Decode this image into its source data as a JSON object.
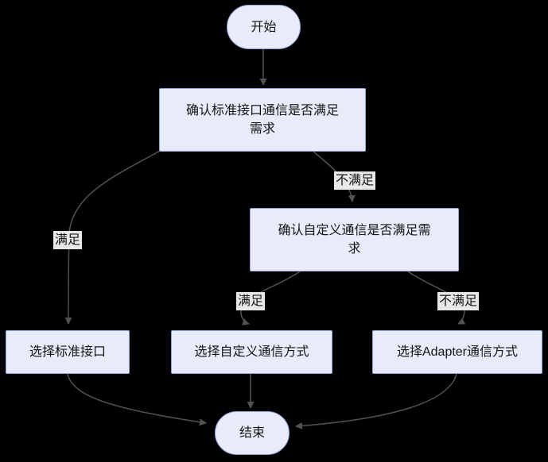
{
  "flowchart": {
    "background_color": "#000000",
    "node_fill_color": "#E8ECFA",
    "node_border_color": "#96A2DF",
    "edge_color": "#525252",
    "edge_label_bg_color": "#E8E8E8",
    "nodes": {
      "start": {
        "shape": "stadium",
        "label": "开始"
      },
      "check_standard": {
        "shape": "rect",
        "label": [
          "确认标准接口通信是否满足",
          "需求"
        ]
      },
      "check_custom": {
        "shape": "rect",
        "label": [
          "确认自定义通信是否满足需",
          "求"
        ]
      },
      "select_standard": {
        "shape": "rect",
        "label": "选择标准接口"
      },
      "select_custom": {
        "shape": "rect",
        "label": "选择自定义通信方式"
      },
      "select_adapter": {
        "shape": "rect",
        "label": "选择Adapter通信方式"
      },
      "end": {
        "shape": "stadium",
        "label": "结束"
      }
    },
    "edges": [
      {
        "from": "start",
        "to": "check_standard",
        "label": ""
      },
      {
        "from": "check_standard",
        "to": "select_standard",
        "label": "满足"
      },
      {
        "from": "check_standard",
        "to": "check_custom",
        "label": "不满足"
      },
      {
        "from": "check_custom",
        "to": "select_custom",
        "label": "满足"
      },
      {
        "from": "check_custom",
        "to": "select_adapter",
        "label": "不满足"
      },
      {
        "from": "select_standard",
        "to": "end",
        "label": ""
      },
      {
        "from": "select_custom",
        "to": "end",
        "label": ""
      },
      {
        "from": "select_adapter",
        "to": "end",
        "label": ""
      }
    ]
  }
}
